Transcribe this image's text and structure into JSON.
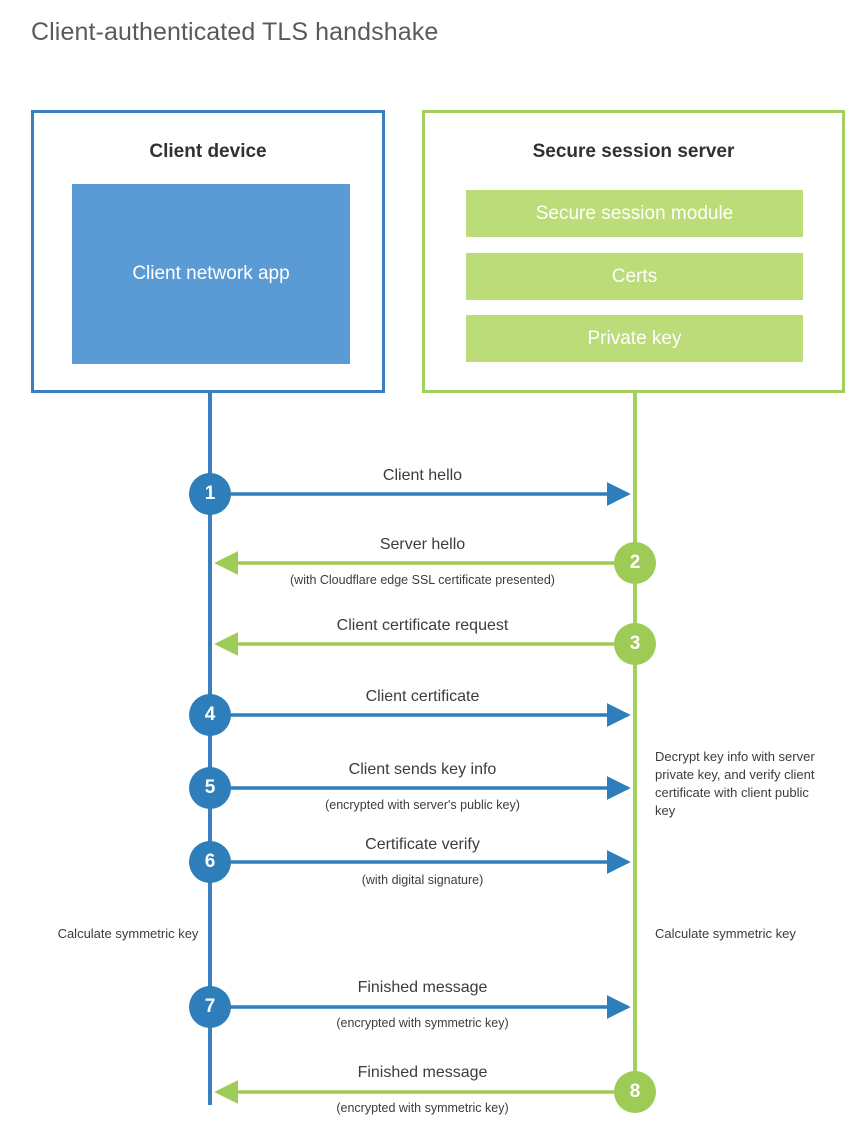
{
  "title": "Client-authenticated TLS handshake",
  "parties": {
    "client": {
      "title": "Client device",
      "app_label": "Client network app",
      "color": "#3a7fbf",
      "app_color": "#5b9bd5"
    },
    "server": {
      "title": "Secure session server",
      "color": "#a3cf5f",
      "bar_color": "#bbdc78",
      "bars": [
        {
          "label": "Secure session module"
        },
        {
          "label": "Certs"
        },
        {
          "label": "Private key"
        }
      ]
    }
  },
  "steps": [
    {
      "number": "1",
      "label": "Client hello",
      "sub": "",
      "direction": "client-to-server",
      "color": "#2e7ebb"
    },
    {
      "number": "2",
      "label": "Server hello",
      "sub": "(with Cloudflare edge SSL certificate presented)",
      "direction": "server-to-client",
      "color": "#9ecb55"
    },
    {
      "number": "3",
      "label": "Client certificate request",
      "sub": "",
      "direction": "server-to-client",
      "color": "#9ecb55"
    },
    {
      "number": "4",
      "label": "Client certificate",
      "sub": "",
      "direction": "client-to-server",
      "color": "#2e7ebb"
    },
    {
      "number": "5",
      "label": "Client sends key info",
      "sub": "(encrypted with server's public key)",
      "direction": "client-to-server",
      "color": "#2e7ebb"
    },
    {
      "number": "6",
      "label": "Certificate verify",
      "sub": "(with digital signature)",
      "direction": "client-to-server",
      "color": "#2e7ebb"
    },
    {
      "number": "7",
      "label": "Finished message",
      "sub": "(encrypted with symmetric key)",
      "direction": "client-to-server",
      "color": "#2e7ebb"
    },
    {
      "number": "8",
      "label": "Finished message",
      "sub": "(encrypted with symmetric key)",
      "direction": "server-to-client",
      "color": "#9ecb55"
    }
  ],
  "notes": {
    "server_decrypt": "Decrypt key info with server private key, and verify client certificate with client public key",
    "client_calc": "Calculate symmetric key",
    "server_calc": "Calculate symmetric key"
  }
}
